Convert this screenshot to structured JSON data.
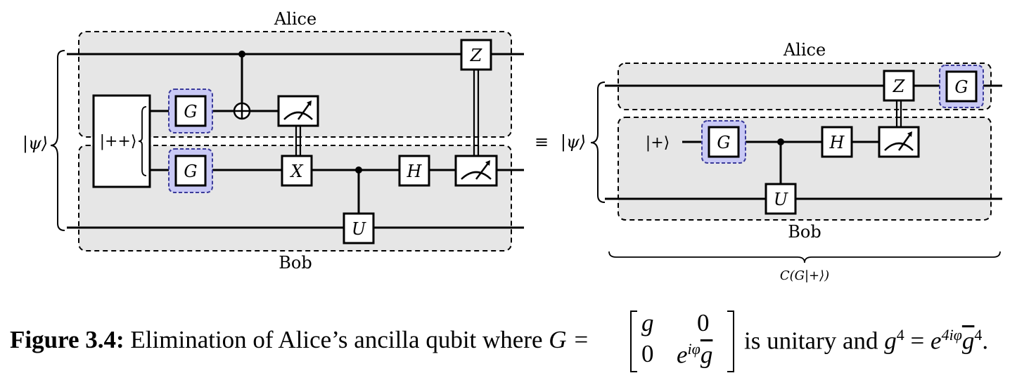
{
  "left_circuit": {
    "alice_label": "Alice",
    "bob_label": "Bob",
    "input_state": "|ψ⟩",
    "ancilla_state": "|++⟩",
    "gates": {
      "g_top": "G",
      "g_bottom": "G",
      "x": "X",
      "z": "Z",
      "u": "U",
      "h": "H"
    }
  },
  "equiv_symbol": "≡",
  "right_circuit": {
    "alice_label": "Alice",
    "bob_label": "Bob",
    "input_state": "|ψ⟩",
    "ancilla_state": "|+⟩",
    "gates": {
      "g_bob": "G",
      "g_alice": "G",
      "z": "Z",
      "u": "U",
      "h": "H"
    },
    "underbrace_label": "C(G|+⟩)"
  },
  "caption": {
    "label": "Figure 3.4:",
    "text_before": "Elimination of Alice’s ancilla qubit where",
    "lhs": "G =",
    "matrix": {
      "a11": "g",
      "a12": "0",
      "a21": "0",
      "a22": "e",
      "a22_sup": "iφ",
      "a22_rest": "g"
    },
    "text_mid": "is unitary and",
    "eq_lhs": "g",
    "eq_lhs_sup": "4",
    "eq_rhs": "e",
    "eq_rhs_sup": "4iφ",
    "eq_rhs_base": "g",
    "eq_rhs_pow": "4",
    "period": "."
  },
  "colors": {
    "highlight_fill": "#c9c9f5",
    "highlight_stroke": "#3a3a9a",
    "region_fill": "#e6e6e6"
  }
}
